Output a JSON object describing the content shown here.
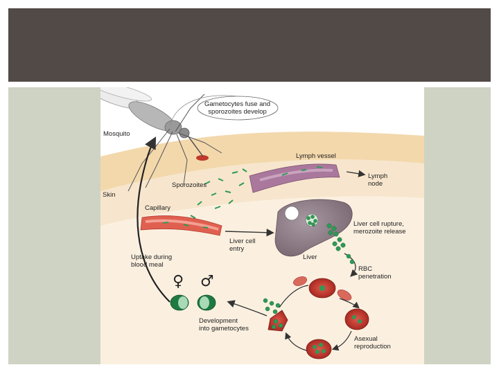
{
  "slide": {
    "title_bar_color": "#524a47",
    "panel_color": "#cfd3c3"
  },
  "diagram": {
    "labels": {
      "gametocytes_fuse": "Gametocytes fuse and\nsporozoites develop",
      "mosquito": "Mosquito",
      "lymph_vessel": "Lymph vessel",
      "lymph_node": "Lymph\nnode",
      "skin": "Skin",
      "sporozoites": "Sporozoites",
      "capillary": "Capillary",
      "liver_rupture": "Liver cell rupture,\nmerozoite release",
      "liver_entry": "Liver cell\nentry",
      "uptake": "Uptake during\nblood meal",
      "liver": "Liver",
      "rbc_penetration": "RBC\npenetration",
      "female_symbol": "♀",
      "male_symbol": "♂",
      "development": "Development\ninto gametocytes",
      "asexual": "Asexual\nreproduction"
    },
    "colors": {
      "skin": "#f6e2c0",
      "tissue": "#fbf0e0",
      "capillary": "#e06050",
      "lymph": "#a9789c",
      "liver": "#8d7c86",
      "parasite": "#2e9a55",
      "rbc": "#c8362b",
      "arrow": "#333333"
    }
  }
}
